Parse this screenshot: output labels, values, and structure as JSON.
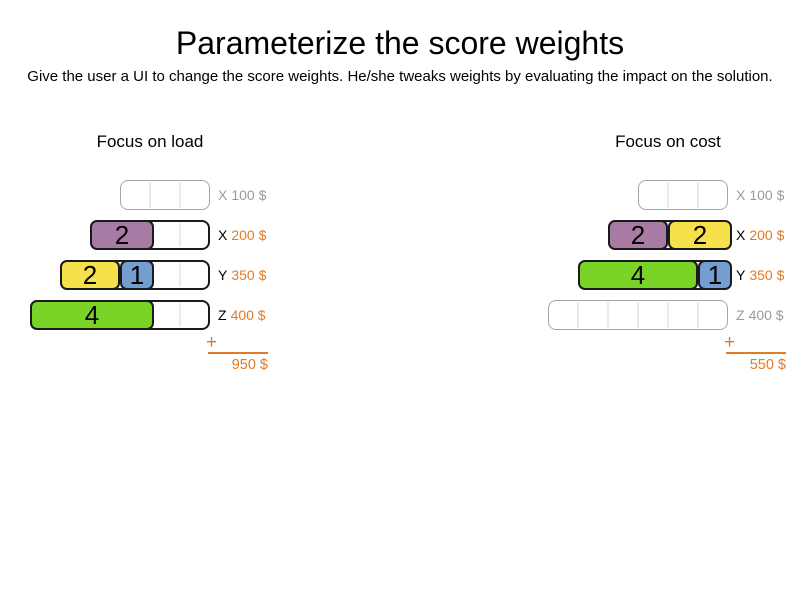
{
  "title": "Parameterize the score weights",
  "subtitle": "Give the user a UI to change the score weights. He/she tweaks weights by evaluating the impact on the solution.",
  "colors": {
    "purple": "#a87ba4",
    "yellow": "#f6e04b",
    "blue": "#739ed0",
    "green": "#7ad428",
    "accent_orange": "#e07b28",
    "muted_gray": "#9b9b9b",
    "text_black": "#000000",
    "grid_line": "#ebebeb",
    "used_slot_border": "#1a1a1a",
    "empty_slot_border": "#a6a6a6"
  },
  "panels": [
    {
      "heading": "Focus on load",
      "rows": [
        {
          "machine": "X",
          "price": "100 $",
          "units": 3,
          "used": false,
          "segments": []
        },
        {
          "machine": "X",
          "price": "200 $",
          "units": 4,
          "used": true,
          "segments": [
            {
              "value": "2",
              "span": 2,
              "offset": 0,
              "color": "purple"
            }
          ]
        },
        {
          "machine": "Y",
          "price": "350 $",
          "units": 5,
          "used": true,
          "segments": [
            {
              "value": "2",
              "span": 2,
              "offset": 0,
              "color": "yellow"
            },
            {
              "value": "1",
              "span": 1,
              "offset": 2,
              "color": "blue"
            }
          ]
        },
        {
          "machine": "Z",
          "price": "400 $",
          "units": 6,
          "used": true,
          "segments": [
            {
              "value": "4",
              "span": 4,
              "offset": 0,
              "color": "green"
            }
          ]
        }
      ],
      "plus_sign": "+",
      "total": "950 $"
    },
    {
      "heading": "Focus on cost",
      "rows": [
        {
          "machine": "X",
          "price": "100 $",
          "units": 3,
          "used": false,
          "segments": []
        },
        {
          "machine": "X",
          "price": "200 $",
          "units": 4,
          "used": true,
          "segments": [
            {
              "value": "2",
              "span": 2,
              "offset": 0,
              "color": "purple"
            },
            {
              "value": "2",
              "span": 2,
              "offset": 2,
              "color": "yellow"
            }
          ]
        },
        {
          "machine": "Y",
          "price": "350 $",
          "units": 5,
          "used": true,
          "segments": [
            {
              "value": "4",
              "span": 4,
              "offset": 0,
              "color": "green"
            },
            {
              "value": "1",
              "span": 1,
              "offset": 4,
              "color": "blue"
            }
          ]
        },
        {
          "machine": "Z",
          "price": "400 $",
          "units": 6,
          "used": false,
          "segments": []
        }
      ],
      "plus_sign": "+",
      "total": "550 $"
    }
  ]
}
